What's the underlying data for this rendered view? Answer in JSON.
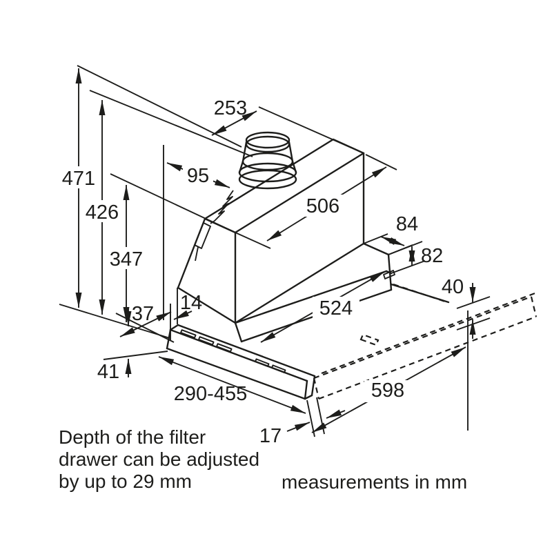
{
  "diagram": {
    "title_hidden": "",
    "dims": {
      "total_height": "471",
      "height_to_flange": "426",
      "body_height": "347",
      "top_depth": "253",
      "duct_offset": "95",
      "body_width": "506",
      "step_depth": "84",
      "housing_height": "82",
      "housing_width": "524",
      "panel_height": "40",
      "drawer_front_height": "41",
      "front_offset": "37",
      "left_gap": "14",
      "extension_range": "290-455",
      "end_gap": "17",
      "drawer_width": "598"
    },
    "notes": {
      "filter_note_line1": "Depth of the filter",
      "filter_note_line2": "drawer can be adjusted",
      "filter_note_line3": "by up to 29 mm",
      "units_note": "measurements in mm"
    },
    "colors": {
      "line": "#1d1d1b",
      "background": "#ffffff"
    }
  }
}
